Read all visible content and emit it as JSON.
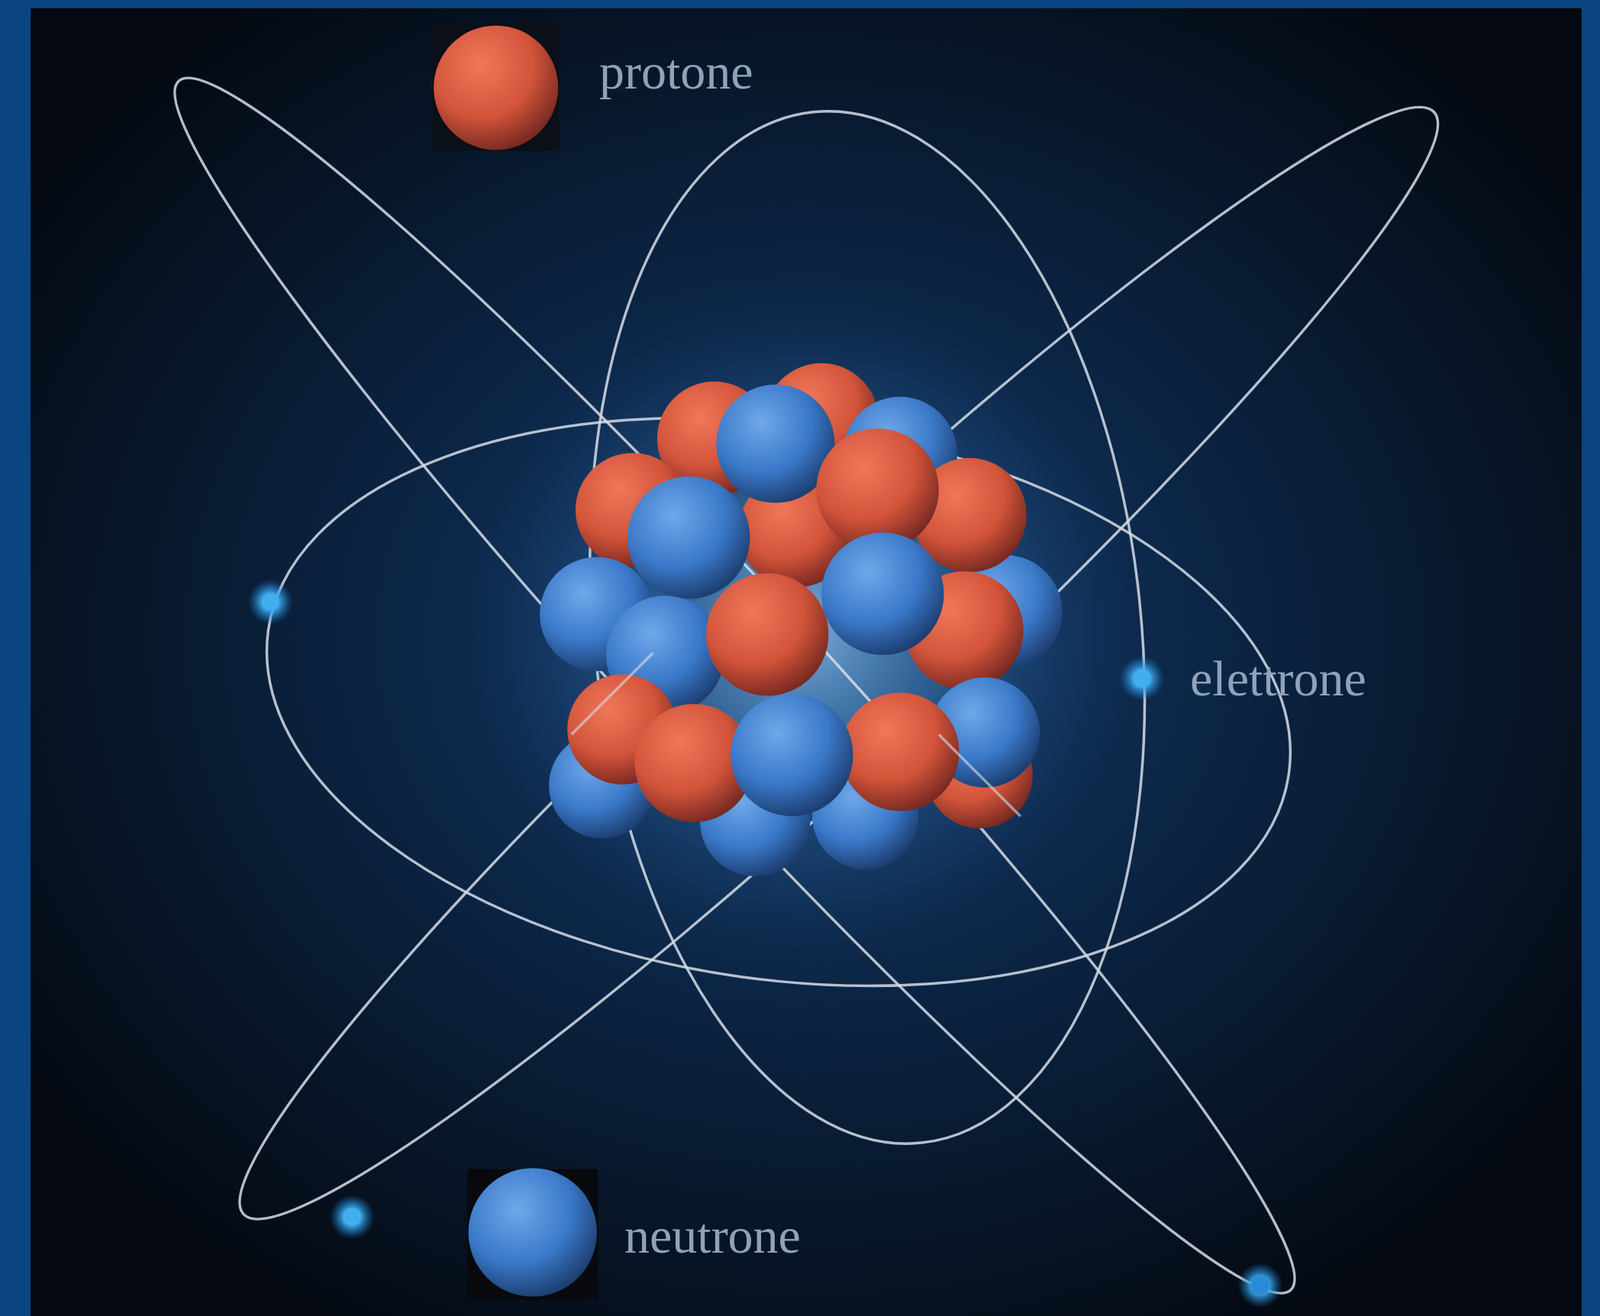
{
  "diagram": {
    "labels": [
      "protone",
      "elettrone",
      "neutrone"
    ]
  }
}
